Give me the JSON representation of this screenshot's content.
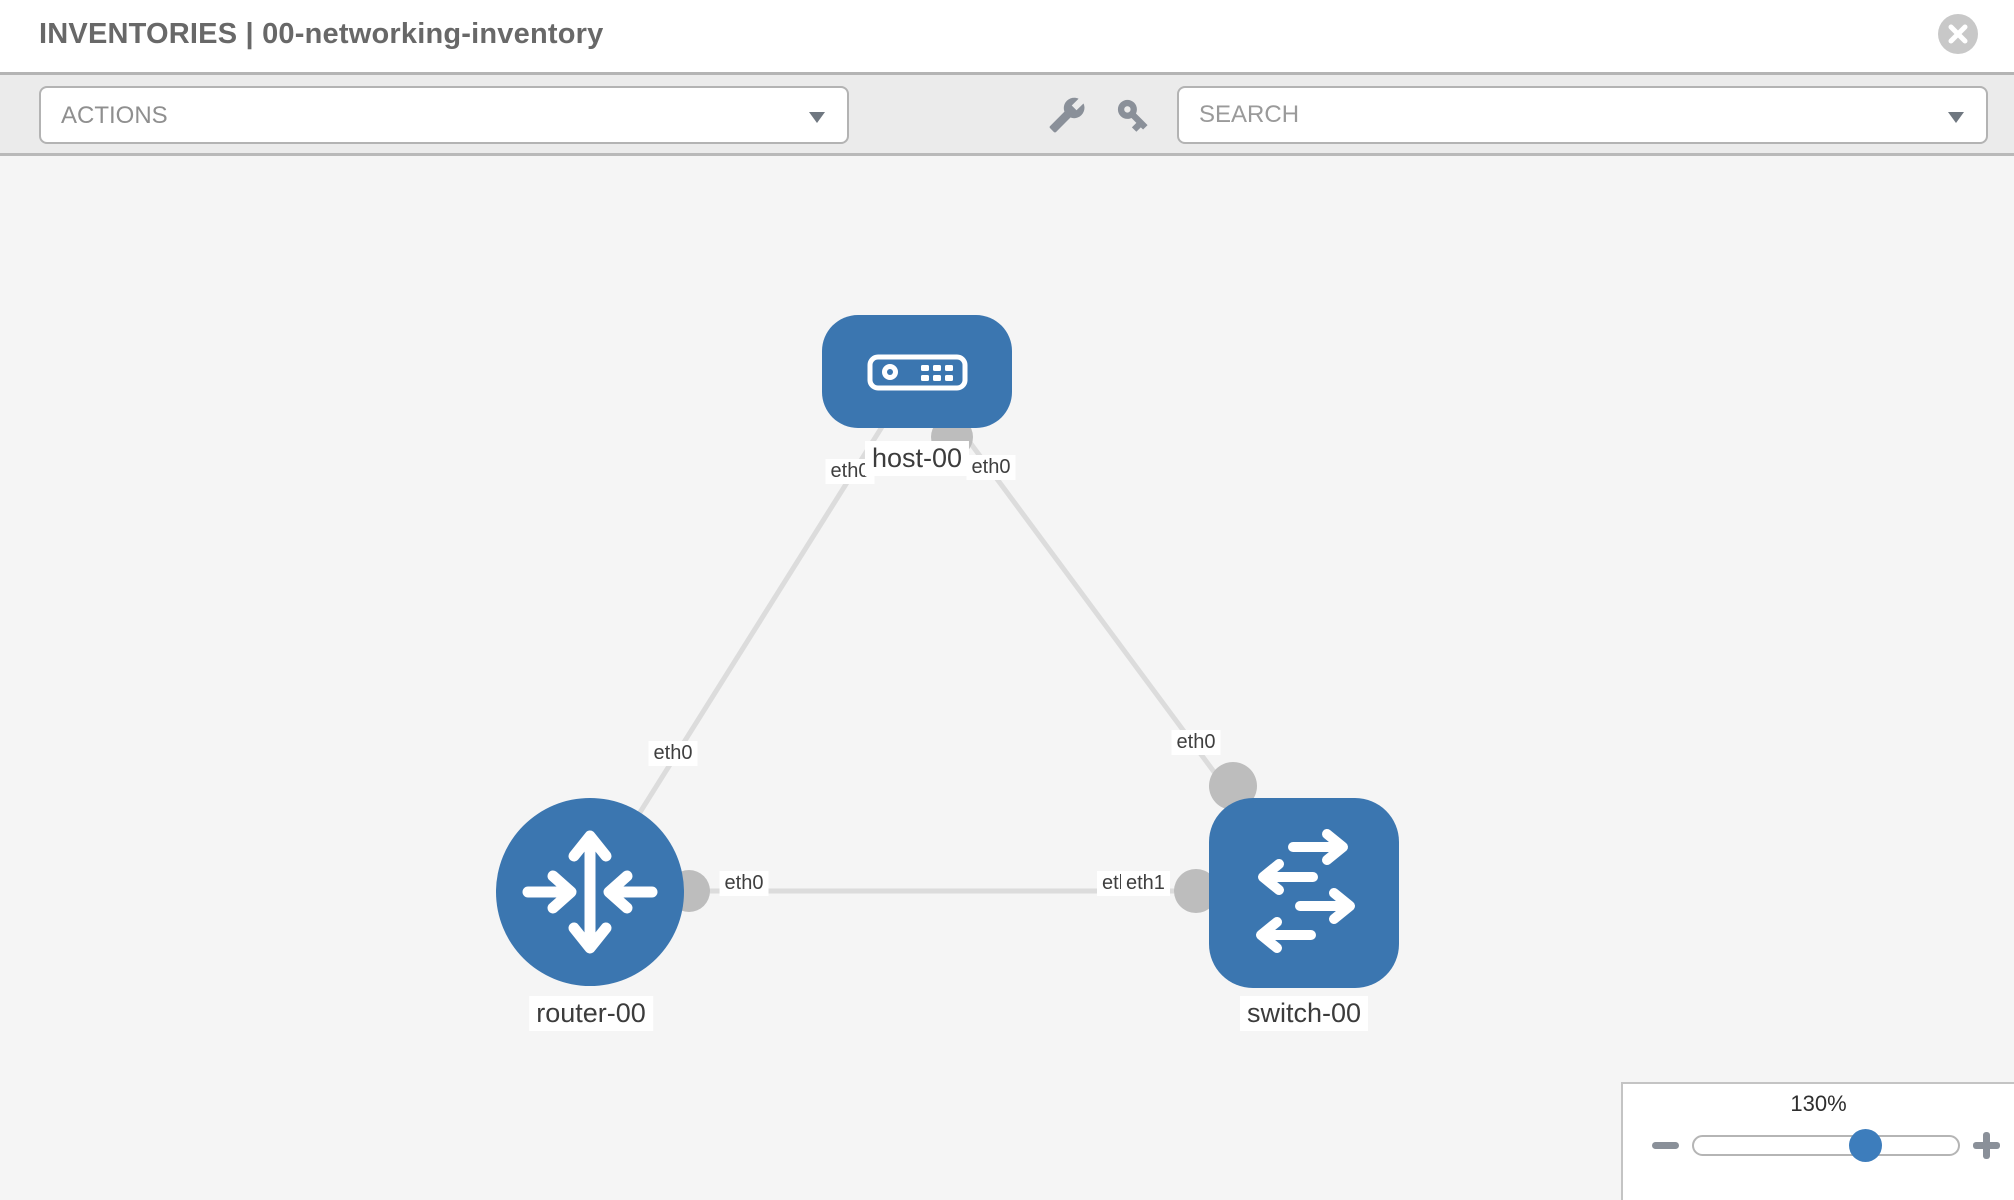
{
  "header": {
    "title": "INVENTORIES | 00-networking-inventory"
  },
  "toolbar": {
    "actions_label": "ACTIONS",
    "search_placeholder": "SEARCH"
  },
  "topology": {
    "nodes": [
      {
        "id": "host-00",
        "type": "host",
        "label": "host-00"
      },
      {
        "id": "router-00",
        "type": "router",
        "label": "router-00"
      },
      {
        "id": "switch-00",
        "type": "switch",
        "label": "switch-00"
      }
    ],
    "links": [
      {
        "from": "host-00",
        "to": "router-00",
        "from_iface": "eth0",
        "to_iface": "eth0"
      },
      {
        "from": "host-00",
        "to": "switch-00",
        "from_iface": "eth0",
        "to_iface": "eth0"
      },
      {
        "from": "router-00",
        "to": "switch-00",
        "from_iface": "eth0",
        "to_iface": "eth1"
      }
    ],
    "iface_chips": {
      "host_left": "eth0",
      "host_right": "eth0",
      "link1_mid": "eth0",
      "link2_mid": "eth0",
      "link3_left": "eth0",
      "link3_right_under": "eth0",
      "link3_right_over": "eth1"
    }
  },
  "zoom_control": {
    "value": "130%"
  },
  "colors": {
    "node_blue": "#3b76b0",
    "link_gray": "#dcdcdc",
    "bubble_gray": "#bdbdbd",
    "canvas_bg": "#f5f5f5",
    "toolbar_bg": "#ebebeb",
    "slider_thumb_blue": "#3d7dbc"
  }
}
